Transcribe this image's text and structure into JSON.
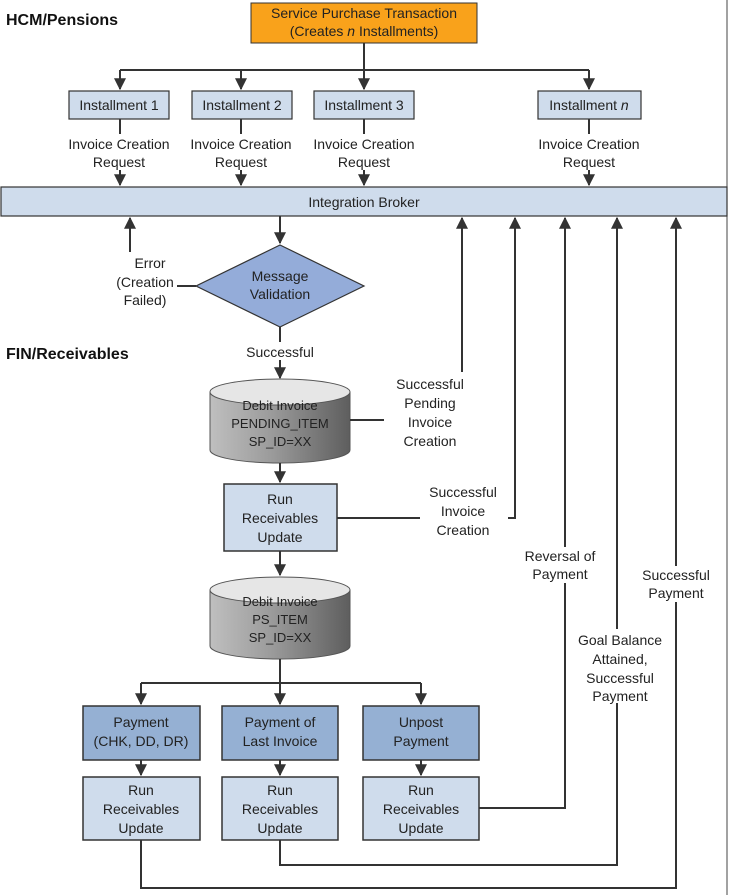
{
  "sections": {
    "top": "HCM/Pensions",
    "bottom": "FIN/Receivables"
  },
  "service": {
    "line1": "Service Purchase Transaction",
    "line2_pre": "(Creates ",
    "line2_n": "n",
    "line2_post": " Installments)"
  },
  "installments": [
    "Installment 1",
    "Installment 2",
    "Installment 3"
  ],
  "installment_n": {
    "prefix": "Installment ",
    "n": "n"
  },
  "invoice_request": [
    "Invoice Creation",
    "Request"
  ],
  "integration_broker": "Integration Broker",
  "error": [
    "Error",
    "(Creation",
    "Failed)"
  ],
  "validation": [
    "Message",
    "Validation"
  ],
  "successful": "Successful",
  "pending_db": [
    "Debit Invoice",
    "PENDING_ITEM",
    "SP_ID=XX"
  ],
  "pending_note": [
    "Successful",
    "Pending",
    "Invoice",
    "Creation"
  ],
  "run_update": [
    "Run",
    "Receivables",
    "Update"
  ],
  "invoice_note": [
    "Successful",
    "Invoice",
    "Creation"
  ],
  "ps_db": [
    "Debit Invoice",
    "PS_ITEM",
    "SP_ID=XX"
  ],
  "payment_boxes": [
    [
      "Payment",
      "(CHK, DD, DR)"
    ],
    [
      "Payment of",
      "Last Invoice"
    ],
    [
      "Unpost",
      "Payment"
    ]
  ],
  "reversal_note": [
    "Reversal of",
    "Payment"
  ],
  "goal_note": [
    "Goal Balance",
    "Attained,",
    "Successful",
    "Payment"
  ],
  "success_payment_note": [
    "Successful",
    "Payment"
  ],
  "colors": {
    "orange": "#f9a21b",
    "light_box": "#cfdcec",
    "mid_box": "#95b0d3",
    "diamond": "#94acd9",
    "broker": "#cfdcec",
    "cylinder_light": "#e6e6e6",
    "cylinder_dark": "#7b7b7b",
    "stroke": "#333333"
  }
}
